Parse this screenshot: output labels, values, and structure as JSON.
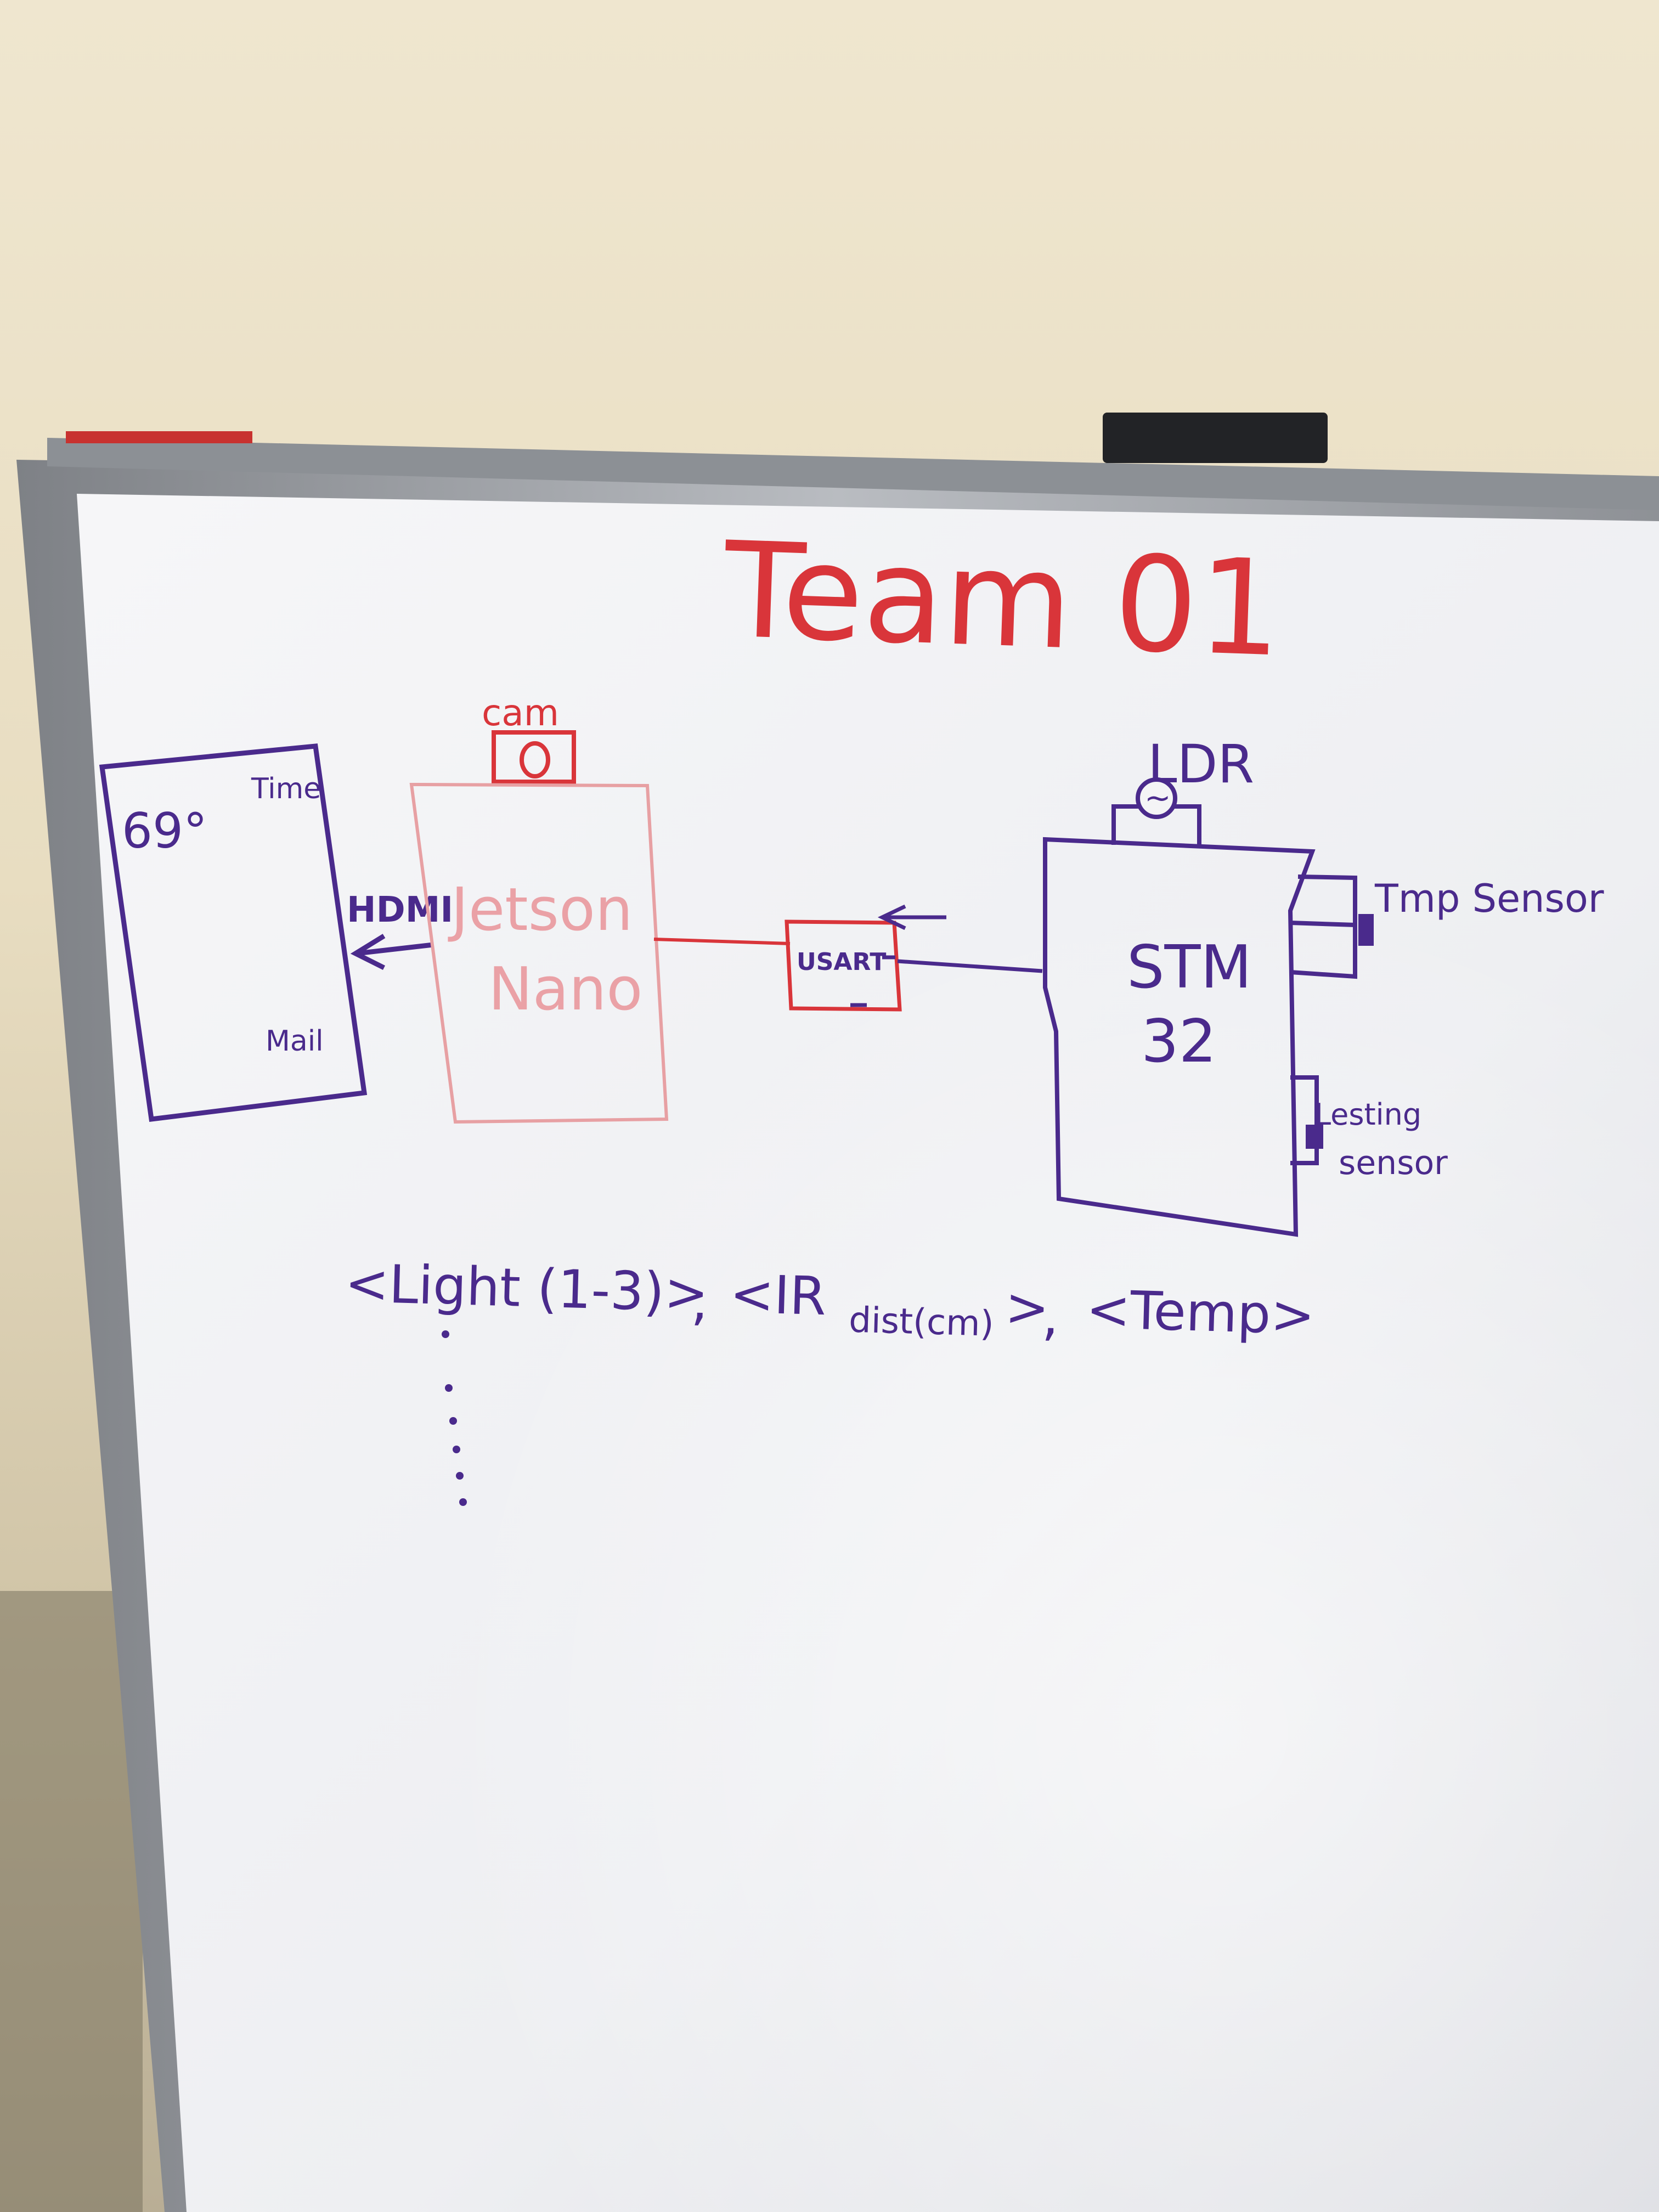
{
  "board": {
    "title": "Team 01",
    "colors": {
      "red_marker": "#d9353a",
      "purple_marker": "#4a2a8c",
      "wall": "#ece2c8",
      "board_surface": "#f4f4f6",
      "frame": "#9ea1a6"
    },
    "monitor": {
      "top_left_text": "69°",
      "top_right_text": "Time",
      "bottom_text": "Mail"
    },
    "hdmi_label": "HDMI",
    "camera_label": "cam",
    "jetson_label_line1": "Jetson",
    "jetson_label_line2": "Nano",
    "usart_label": "USART",
    "stm_label_line1": "STM",
    "stm_label_line2": "32",
    "ldr_label": "LDR",
    "ldr_symbol": "~",
    "tmp_sensor_label": "Tmp Sensor",
    "distance_sensor_label_line1": "Lesting",
    "distance_sensor_label_line2": "sensor",
    "format_line": {
      "part1": "<Light (1-3)>",
      "sep1": ",",
      "part2_open": "<IR",
      "part2_sub": "dist(cm)",
      "part2_close": ">",
      "sep2": ",",
      "part3": "<Temp>"
    }
  }
}
